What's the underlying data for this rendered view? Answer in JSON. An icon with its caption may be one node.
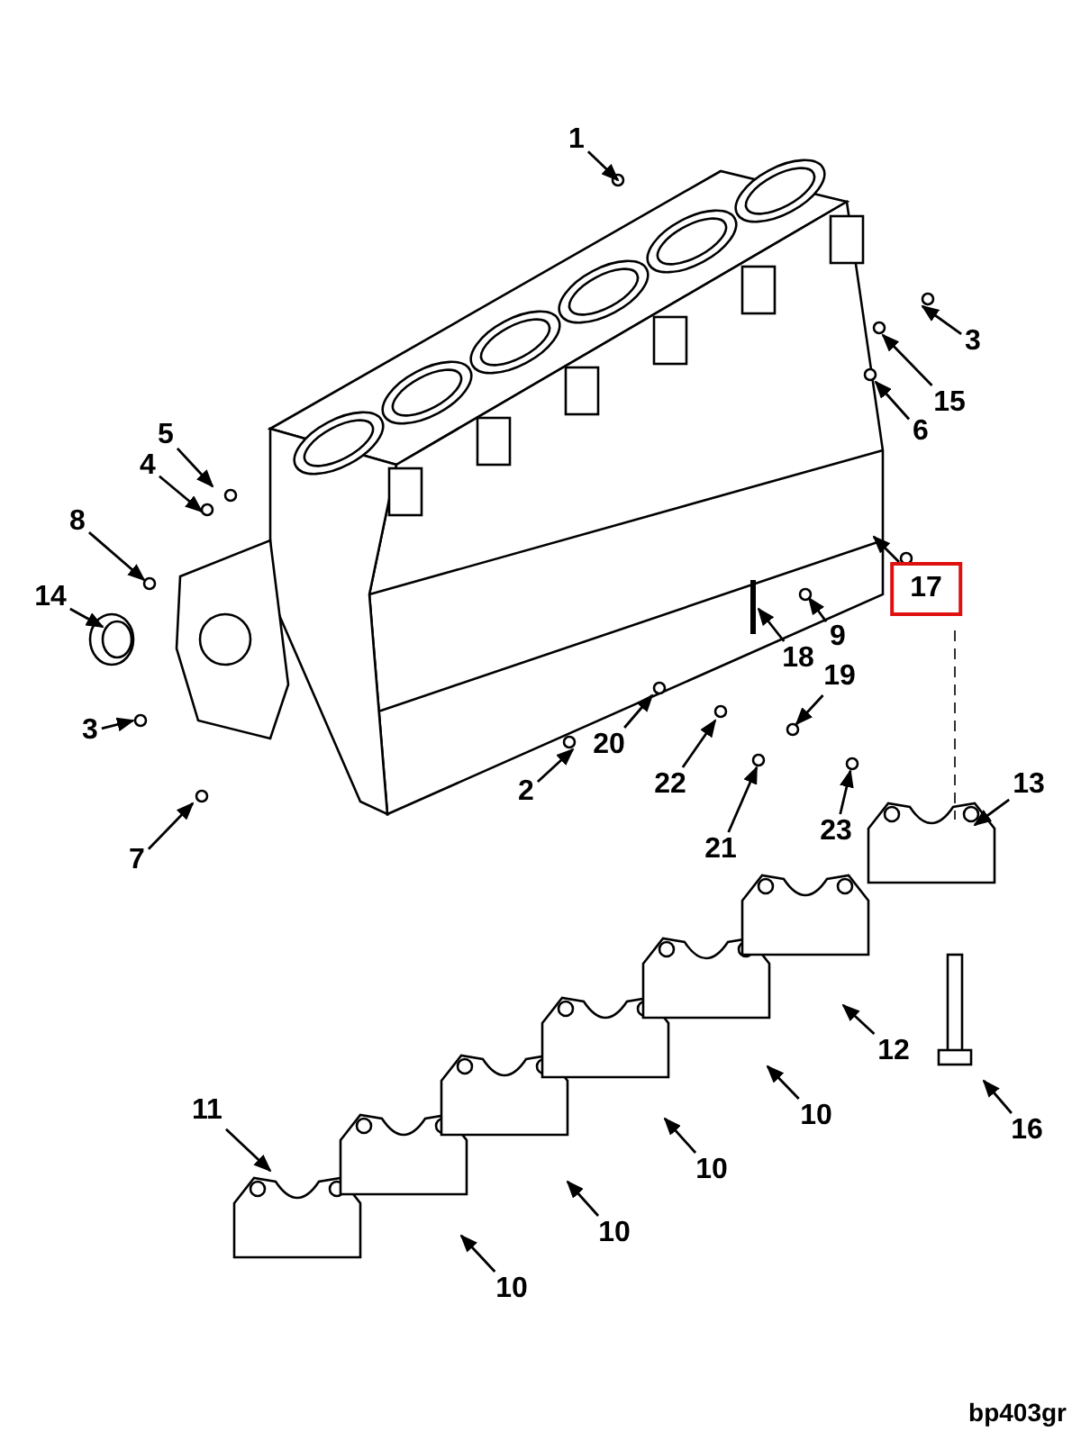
{
  "diagram": {
    "nodes": [
      {
        "text": [
          "1"
        ]
      },
      {
        "text": [
          "3"
        ]
      },
      {
        "text": [
          "15"
        ]
      },
      {
        "text": [
          "6"
        ]
      },
      {
        "text": [
          "5"
        ]
      },
      {
        "text": [
          "4"
        ]
      },
      {
        "text": [
          "8"
        ]
      },
      {
        "text": [
          "14"
        ]
      },
      {
        "text": [
          "17"
        ]
      },
      {
        "text": [
          "9"
        ]
      },
      {
        "text": [
          "18"
        ]
      },
      {
        "text": [
          "19"
        ]
      },
      {
        "text": [
          "3"
        ]
      },
      {
        "text": [
          "20"
        ]
      },
      {
        "text": [
          "22"
        ]
      },
      {
        "text": [
          "2"
        ]
      },
      {
        "text": [
          "21"
        ]
      },
      {
        "text": [
          "23"
        ]
      },
      {
        "text": [
          "7"
        ]
      },
      {
        "text": [
          "13"
        ]
      },
      {
        "text": [
          "12"
        ]
      },
      {
        "text": [
          "16"
        ]
      },
      {
        "text": [
          "10"
        ]
      },
      {
        "text": [
          "10"
        ]
      },
      {
        "text": [
          "11"
        ]
      },
      {
        "text": [
          "10"
        ]
      },
      {
        "text": [
          "10"
        ]
      }
    ],
    "edges": [
      {
        "from": 0,
        "to": null,
        "arrow": "to"
      },
      {
        "from": 1,
        "to": null,
        "arrow": "to"
      },
      {
        "from": 2,
        "to": null,
        "arrow": "to"
      },
      {
        "from": 3,
        "to": null,
        "arrow": "to"
      },
      {
        "from": 4,
        "to": null,
        "arrow": "to"
      },
      {
        "from": 5,
        "to": null,
        "arrow": "to"
      },
      {
        "from": 6,
        "to": null,
        "arrow": "to"
      },
      {
        "from": 7,
        "to": null,
        "arrow": "to"
      },
      {
        "from": 8,
        "to": null,
        "arrow": "to"
      },
      {
        "from": 9,
        "to": null,
        "arrow": "to"
      },
      {
        "from": 10,
        "to": null,
        "arrow": "to"
      },
      {
        "from": 11,
        "to": null,
        "arrow": "to"
      },
      {
        "from": 12,
        "to": null,
        "arrow": "to"
      },
      {
        "from": 13,
        "to": null,
        "arrow": "to"
      },
      {
        "from": 14,
        "to": null,
        "arrow": "to"
      },
      {
        "from": 15,
        "to": null,
        "arrow": "to"
      },
      {
        "from": 16,
        "to": null,
        "arrow": "to"
      },
      {
        "from": 17,
        "to": null,
        "arrow": "to"
      },
      {
        "from": 18,
        "to": null,
        "arrow": "to"
      },
      {
        "from": 19,
        "to": null,
        "arrow": "to"
      },
      {
        "from": 20,
        "to": null,
        "arrow": "to"
      },
      {
        "from": 21,
        "to": null,
        "arrow": "to"
      },
      {
        "from": 22,
        "to": null,
        "arrow": "to"
      },
      {
        "from": 23,
        "to": null,
        "arrow": "to"
      },
      {
        "from": 24,
        "to": null,
        "arrow": "to"
      },
      {
        "from": 25,
        "to": null,
        "arrow": "to"
      },
      {
        "from": 26,
        "to": null,
        "arrow": "to"
      }
    ],
    "labels": [
      "bp403gr"
    ]
  }
}
